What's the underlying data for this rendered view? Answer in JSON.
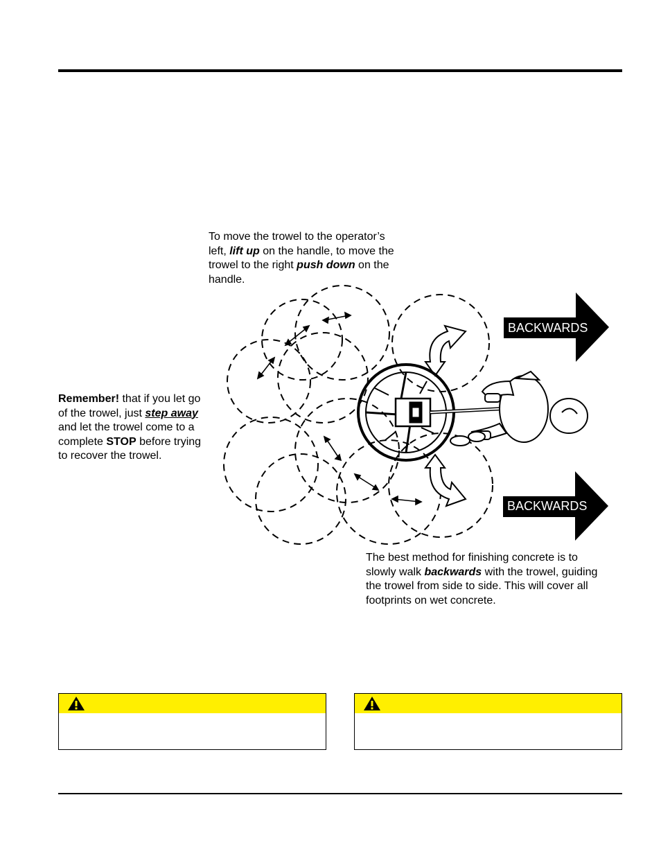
{
  "captions": {
    "top": {
      "line1": "To move the trowel to the operator’s",
      "line2a": "left, ",
      "line2b": "lift up",
      "line2c": " on the handle, to move the",
      "line3a": "trowel to the right ",
      "line3b": "push down",
      "line3c": " on the",
      "line4": "handle."
    },
    "left": {
      "l1a": "Remember!",
      "l1b": " that if you let go",
      "l2a": "of the trowel, just ",
      "l2b": "step away",
      "l3": "and let the trowel come to a",
      "l4a": "complete ",
      "l4b": "STOP",
      "l4c": " before trying",
      "l5": "to recover the trowel."
    },
    "bottom": {
      "l1": "The best method for finishing concrete is to",
      "l2a": "slowly walk ",
      "l2b": "backwards",
      "l2c": " with the trowel, guiding",
      "l3": "the trowel from side to side. This will cover all",
      "l4": "footprints on wet concrete."
    }
  },
  "arrows": {
    "top_label": "BACKWARDS",
    "bottom_label": "BACKWARDS"
  },
  "colors": {
    "warning_yellow": "#ffef00",
    "ink": "#000000"
  },
  "icons": {
    "warning": "warning-triangle-icon"
  }
}
